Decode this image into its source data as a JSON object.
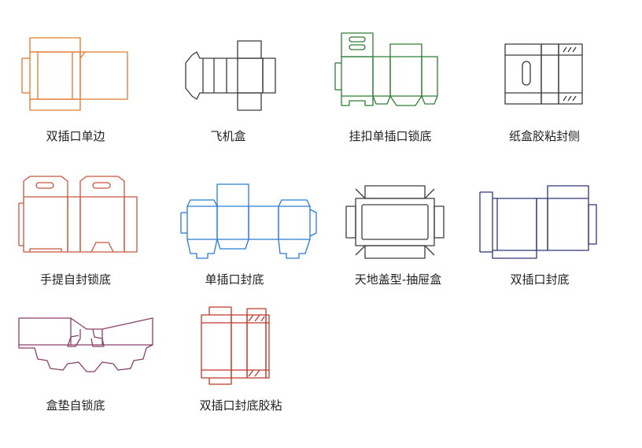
{
  "items": [
    {
      "label": "双插口单边",
      "color": "#e07a2e"
    },
    {
      "label": "飞机盒",
      "color": "#3a3a3a"
    },
    {
      "label": "挂扣单插口锁底",
      "color": "#2e7d32"
    },
    {
      "label": "纸盒胶粘封侧",
      "color": "#3a3a3a"
    },
    {
      "label": "手提自封锁底",
      "color": "#c8563e"
    },
    {
      "label": "单插口封底",
      "color": "#2b7bd6"
    },
    {
      "label": "天地盖型-抽屉盒",
      "color": "#3d3d3d"
    },
    {
      "label": "双插口封底",
      "color": "#2f3578"
    },
    {
      "label": "盒垫自锁底",
      "color": "#8a3f6a"
    },
    {
      "label": "双插口封底胶粘",
      "color": "#c0392b"
    }
  ]
}
